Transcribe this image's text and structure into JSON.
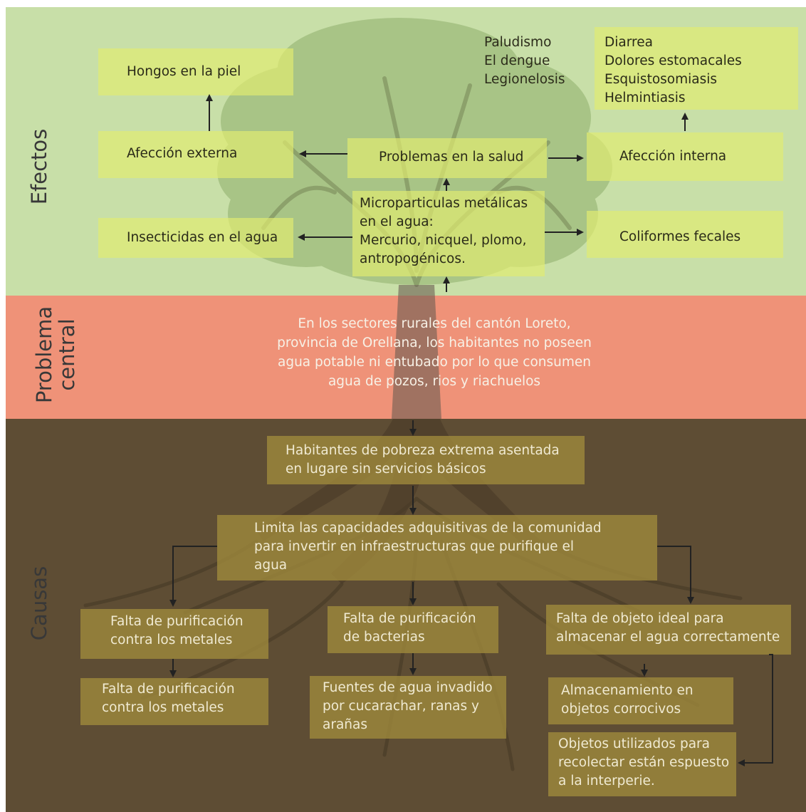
{
  "sections": {
    "efectos": "Efectos",
    "problema": "Problema\ncentral",
    "causas": "Causas"
  },
  "effects": {
    "hongos": "Hongos en la piel",
    "enf_left": "Paludismo\nEl dengue\nLegionelosis",
    "enf_right": "Diarrea\nDolores estomacales\nEsquistosomiasis\nHelmintiasis",
    "afeccion_externa": "Afección externa",
    "problemas_salud": "Problemas en la salud",
    "afeccion_interna": "Afección interna",
    "insecticidas": "Insecticidas en el agua",
    "microparticulas": "Microparticulas metálicas\n en el agua:\nMercurio, nicquel, plomo,\nantropogénicos.",
    "coliformes": "Coliformes fecales"
  },
  "central_problem": "En los sectores rurales del  cantón  Loreto,\nprovincia de Orellana, los habitantes no poseen\nagua potable ni entubado  por lo que consumen\nagua de pozos, rios y riachuelos",
  "causes": {
    "pobreza": "Habitantes de pobreza extrema asentada\n en lugare sin servicios básicos",
    "capacidades": "Limita las capacidades adquisitivas de la comunidad\npara invertir en infraestructuras que purifique el\nagua",
    "falta_metales": "Falta de purificación\ncontra los metales",
    "falta_bacterias": "Falta de purificación\nde bacterias",
    "falta_objeto": "Falta de objeto ideal para\nalmacenar el agua correctamente",
    "falta_metales_2": "Falta de purificación\ncontra los metales",
    "fuentes": "Fuentes de agua invadido\npor cucarachar, ranas y\narañas",
    "almacenamiento": "Almacenamiento en\nobjetos corrocivos",
    "objetos": "Objetos utilizados para\nrecolectar están espuesto\na la interperie."
  },
  "colors": {
    "effects_band": "#c8dfa8",
    "central_band": "#ef9278",
    "causes_band": "#5e4d34",
    "effect_box": "#e1ec70",
    "cause_box": "#a08a3c"
  }
}
